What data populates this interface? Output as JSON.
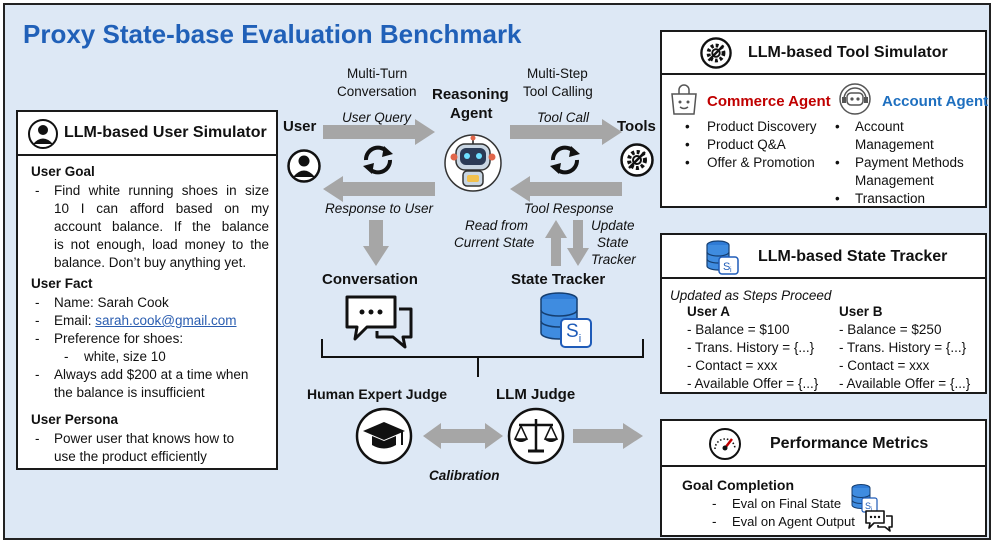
{
  "title": "Proxy State-base Evaluation Benchmark",
  "colors": {
    "title": "#2060b8",
    "commerce": "#c00000",
    "account": "#1e6fbf",
    "arrow": "#a6a6a6",
    "background": "#dde8f5"
  },
  "user_sim": {
    "title": "LLM-based User Simulator",
    "goal_heading": "User Goal",
    "goal_lines": [
      "Find white running shoes in size",
      "10 I can afford based on my",
      "account balance. If the balance",
      "is not enough, load money to the",
      "balance. Don’t buy anything yet."
    ],
    "fact_heading": "User Fact",
    "fact_name": "Name: Sarah Cook",
    "fact_email_label": "Email: ",
    "fact_email": "sarah.cook@gmail.com",
    "fact_pref": "Preference for shoes:",
    "fact_pref_sub": "white, size 10",
    "fact_add_1": "Always add $200 at a time when",
    "fact_add_2": "the balance is insufficient",
    "persona_heading": "User Persona",
    "persona_1": "Power user that knows how to",
    "persona_2": "use the product efficiently"
  },
  "flow": {
    "user": "User",
    "multi_turn_1": "Multi-Turn",
    "multi_turn_2": "Conversation",
    "user_query": "User Query",
    "response_to_user": "Response to User",
    "agent_1": "Reasoning",
    "agent_2": "Agent",
    "multi_step_1": "Multi-Step",
    "multi_step_2": "Tool Calling",
    "tool_call": "Tool Call",
    "tool_response": "Tool Response",
    "tools": "Tools",
    "read_1": "Read from",
    "read_2": "Current State",
    "update_1": "Update",
    "update_2": "State",
    "update_3": "Tracker",
    "conversation": "Conversation",
    "state_tracker": "State Tracker",
    "state_symbol": "S",
    "state_sub": "i",
    "human_judge": "Human Expert Judge",
    "llm_judge": "LLM Judge",
    "calibration": "Calibration"
  },
  "tool_sim": {
    "title": "LLM-based Tool Simulator",
    "commerce_title": "Commerce Agent",
    "commerce_items": [
      "Product Discovery",
      "Product Q&A",
      "Offer & Promotion"
    ],
    "account_title": "Account Agent",
    "account_items_1": "Account",
    "account_items_1b": "Management",
    "account_items_2": "Payment Methods",
    "account_items_2b": "Management",
    "account_items_3": "Transaction"
  },
  "state_tracker_box": {
    "title": "LLM-based State Tracker",
    "subtitle": "Updated as Steps Proceed",
    "user_a": "User A",
    "user_a_rows": [
      "- Balance = $100",
      "- Trans. History = {...}",
      "- Contact = xxx",
      "- Available Offer = {...}"
    ],
    "user_b": "User B",
    "user_b_rows": [
      "- Balance = $250",
      "- Trans. History = {...}",
      "- Contact = xxx",
      "- Available Offer = {...}"
    ]
  },
  "metrics": {
    "title": "Performance Metrics",
    "goal": "Goal Completion",
    "eval_1": "Eval on Final State",
    "eval_2": "Eval on Agent Output"
  }
}
